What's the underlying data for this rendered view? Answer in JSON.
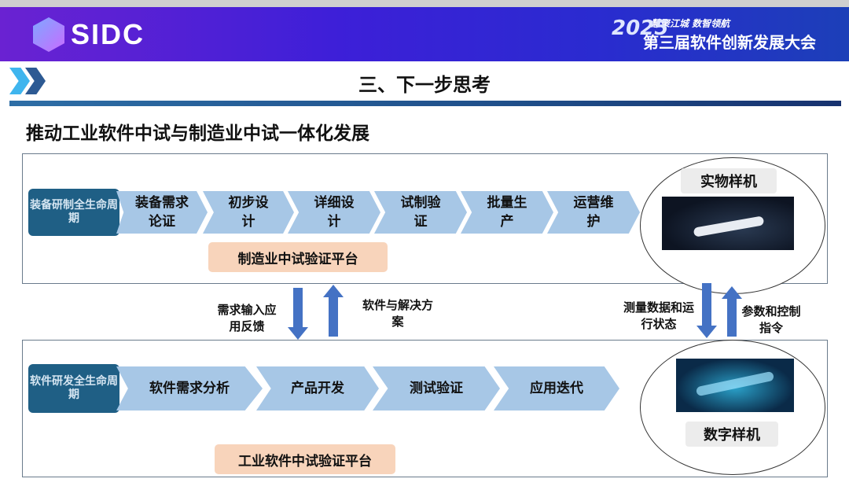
{
  "header": {
    "logo": "SIDC",
    "conference_year": "2025",
    "conference_slogan": "慧聚江城 数智领航",
    "conference_name": "第三届软件创新发展大会"
  },
  "section_title": "三、下一步思考",
  "subtitle": "推动工业软件中试与制造业中试一体化发展",
  "manufacturing": {
    "tag": "装备研制全生命周期",
    "stages": [
      "装备需求论证",
      "初步设计",
      "详细设计",
      "试制验证",
      "批量生产",
      "运营维护"
    ],
    "platform": "制造业中试验证平台",
    "prototype_label": "实物样机"
  },
  "software": {
    "tag": "软件研发全生命周期",
    "stages": [
      "软件需求分析",
      "产品开发",
      "测试验证",
      "应用迭代"
    ],
    "platform": "工业软件中试验证平台",
    "prototype_label": "数字样机"
  },
  "flows": {
    "down_left": "需求输入应用反馈",
    "up_left": "软件与解决方案",
    "down_right": "测量数据和运行状态",
    "up_right": "参数和控制指令"
  }
}
